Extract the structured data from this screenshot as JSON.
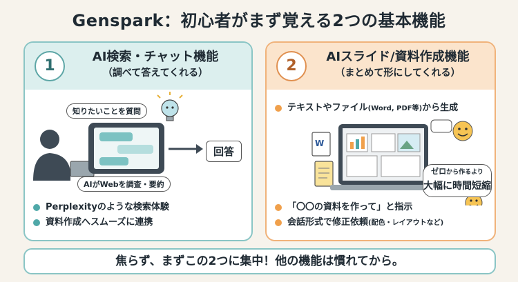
{
  "title": "Genspark：初心者がまず覚える2つの基本機能",
  "left": {
    "number": "1",
    "title": "AI検索・チャット機能",
    "subtitle": "（調べて答えてくれる）",
    "bubble_question": "知りたいことを質問",
    "answer_label": "回答",
    "bubble_process": "AIがWebを調査・要約",
    "bullets": [
      "Perplexityのような検索体験",
      "資料作成へスムーズに連携"
    ]
  },
  "right": {
    "number": "2",
    "title": "AIスライド/資料作成機能",
    "subtitle": "（まとめて形にしてくれる）",
    "top_bullet": "テキストやファイル",
    "top_bullet_small": "(Word, PDF等)",
    "top_bullet_end": "から生成",
    "callout_line1_a": "ゼロ",
    "callout_line1_b": "から作るより",
    "callout_line2": "大幅に時間短縮",
    "bullet_1": "「〇〇の資料を作って」と指示",
    "bullet_2": "会話形式で修正依頼",
    "bullet_2_small": "(配色・レイアウトなど)"
  },
  "footer": "焦らず、まずこの2つに集中！他の機能は慣れてから。",
  "colors": {
    "teal_accent": "#4fa8a8",
    "orange_accent": "#f0a04b",
    "background": "#f7f3ec"
  }
}
